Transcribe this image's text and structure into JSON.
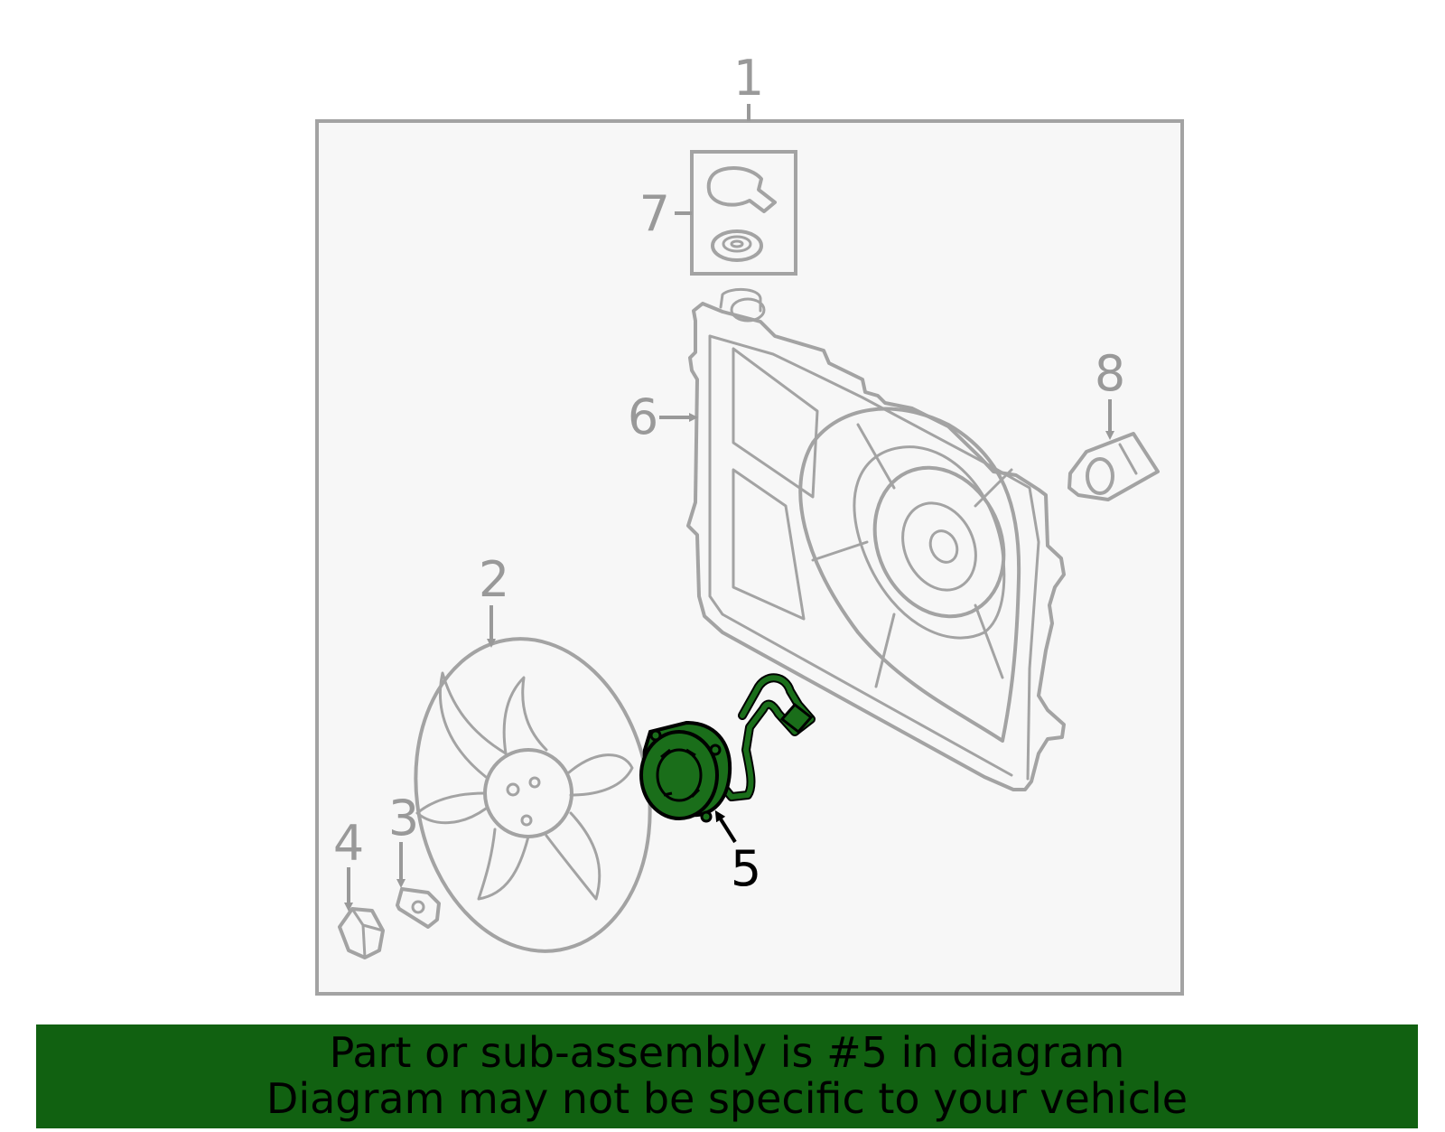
{
  "callouts": {
    "c1": "1",
    "c2": "2",
    "c3": "3",
    "c4": "4",
    "c5": "5",
    "c6": "6",
    "c7": "7",
    "c8": "8"
  },
  "highlighted_part": "5",
  "banner": {
    "line1": "Part or sub-assembly is #5 in diagram",
    "line2": "Diagram may not be specific to your vehicle"
  },
  "colors": {
    "highlight_fill": "#1a6e1a",
    "banner_bg": "#116111",
    "diagram_line": "#a3a3a3",
    "panel_bg": "#f7f7f7"
  }
}
